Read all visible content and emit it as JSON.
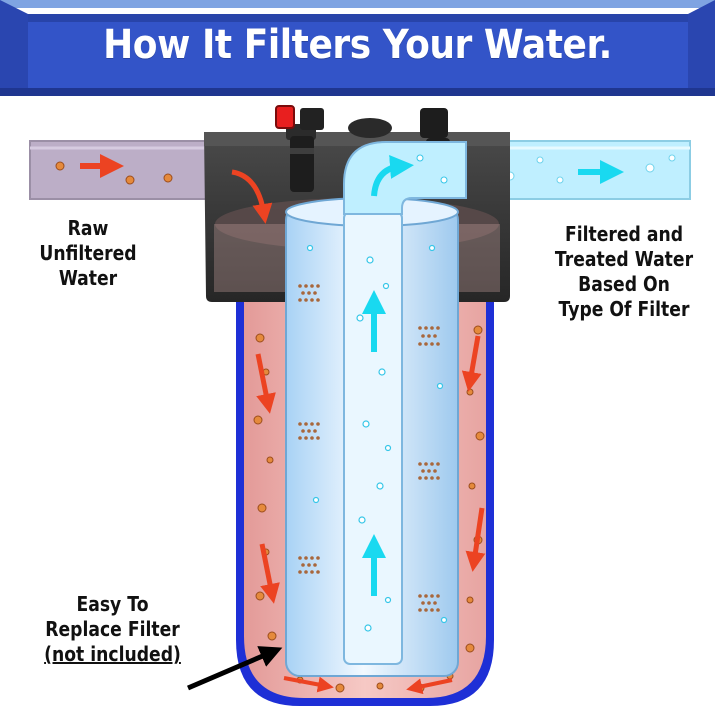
{
  "banner": {
    "title": "How It Filters Your Water."
  },
  "labels": {
    "raw": [
      "Raw",
      "Unfiltered",
      "Water"
    ],
    "filtered": [
      "Filtered and",
      "Treated Water",
      "Based On",
      "Type Of Filter"
    ],
    "replace": [
      "Easy To",
      "Replace Filter",
      "(not included)"
    ]
  },
  "colors": {
    "banner_blue": "#3354c8",
    "banner_edge": "#1f3690",
    "pipe_in": "#bcaec7",
    "pipe_out": "#bfefff",
    "housing_cap": "#3b3b3b",
    "housing_body": "#f0b5b3",
    "housing_rim": "#1e2fd6",
    "filter_cartridge": "#cfe8ff",
    "raw_flow_arrow": "#ec4322",
    "clean_flow_arrow": "#19d9f0",
    "sediment": "#e58a3c",
    "valve_button": "#e81f1f"
  },
  "icons": {
    "raw_flow": "red-arrow-icon",
    "clean_flow": "cyan-arrow-icon",
    "pointer": "black-pointer-arrow-icon"
  }
}
